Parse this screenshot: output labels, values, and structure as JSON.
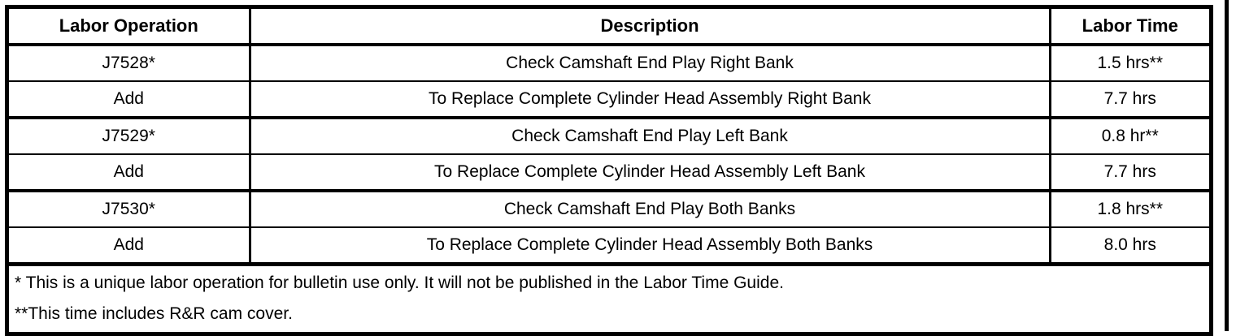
{
  "table": {
    "columns": [
      {
        "key": "operation",
        "label": "Labor Operation"
      },
      {
        "key": "description",
        "label": "Description"
      },
      {
        "key": "time",
        "label": "Labor Time"
      }
    ],
    "rows": [
      {
        "operation": "J7528*",
        "description": "Check Camshaft End Play Right Bank",
        "time": "1.5 hrs**",
        "divider_above": "thick"
      },
      {
        "operation": "Add",
        "description": "To Replace Complete Cylinder Head Assembly Right Bank",
        "time": "7.7 hrs",
        "divider_above": "thin"
      },
      {
        "operation": "J7529*",
        "description": "Check Camshaft End Play Left Bank",
        "time": "0.8 hr**",
        "divider_above": "thick"
      },
      {
        "operation": "Add",
        "description": "To Replace Complete Cylinder Head Assembly Left Bank",
        "time": "7.7 hrs",
        "divider_above": "thin"
      },
      {
        "operation": "J7530*",
        "description": "Check Camshaft End Play Both Banks",
        "time": "1.8 hrs**",
        "divider_above": "thick"
      },
      {
        "operation": "Add",
        "description": "To Replace Complete Cylinder Head Assembly Both Banks",
        "time": "8.0 hrs",
        "divider_above": "thin"
      }
    ]
  },
  "footnotes": {
    "single_star": "* This is a unique labor operation for bulletin use only. It will not be published in the Labor Time Guide.",
    "double_star": "**This time includes R&R cam cover."
  },
  "colors": {
    "border": "#000000",
    "text": "#000000",
    "background": "#ffffff"
  }
}
